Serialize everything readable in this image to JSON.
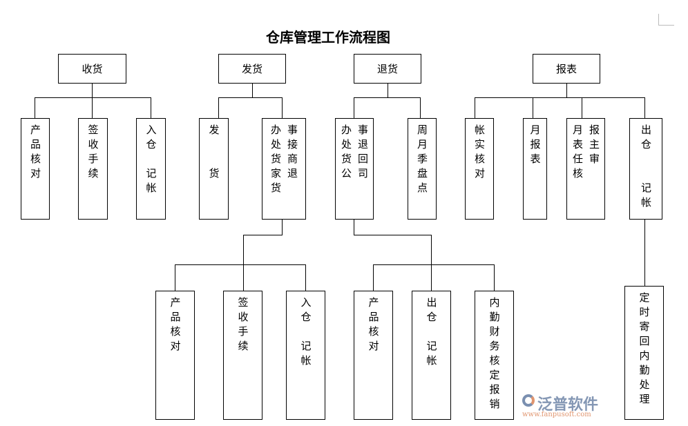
{
  "title": "仓库管理工作流程图",
  "top_boxes": [
    {
      "id": "shouhuo",
      "label": "收货"
    },
    {
      "id": "fahuo",
      "label": "发货"
    },
    {
      "id": "tuihuo",
      "label": "退货"
    },
    {
      "id": "baobiao",
      "label": "报表"
    }
  ],
  "level2": [
    {
      "id": "l2-0",
      "cols": [
        "产品核对"
      ]
    },
    {
      "id": "l2-1",
      "cols": [
        "签收手续"
      ]
    },
    {
      "id": "l2-2",
      "cols": [
        "入仓　记帐"
      ]
    },
    {
      "id": "l2-3",
      "cols": [
        "发　　货"
      ]
    },
    {
      "id": "l2-4",
      "cols": [
        "事接商退",
        "办处货家货"
      ]
    },
    {
      "id": "l2-5",
      "cols": [
        "事退回司",
        "办处货公"
      ]
    },
    {
      "id": "l2-6",
      "cols": [
        "周月季盘点"
      ]
    },
    {
      "id": "l2-7",
      "cols": [
        "帐实核对"
      ]
    },
    {
      "id": "l2-8",
      "cols": [
        "月报表"
      ]
    },
    {
      "id": "l2-9",
      "cols": [
        "报主审",
        "月表任核"
      ]
    },
    {
      "id": "l2-10",
      "cols": [
        "出仓　　记帐"
      ]
    }
  ],
  "level3": [
    {
      "id": "l3-0",
      "cols": [
        "产品核对"
      ]
    },
    {
      "id": "l3-1",
      "cols": [
        "签收手续"
      ]
    },
    {
      "id": "l3-2",
      "cols": [
        "入仓　记帐"
      ]
    },
    {
      "id": "l3-3",
      "cols": [
        "产品核对"
      ]
    },
    {
      "id": "l3-4",
      "cols": [
        "出仓　记帐"
      ]
    },
    {
      "id": "l3-5",
      "cols": [
        "内勤财务核定报销"
      ]
    },
    {
      "id": "l3-6",
      "cols": [
        "定时寄回内勤处理"
      ]
    }
  ],
  "logo": {
    "name": "泛普软件",
    "url": "www.fanpusoft.com"
  }
}
